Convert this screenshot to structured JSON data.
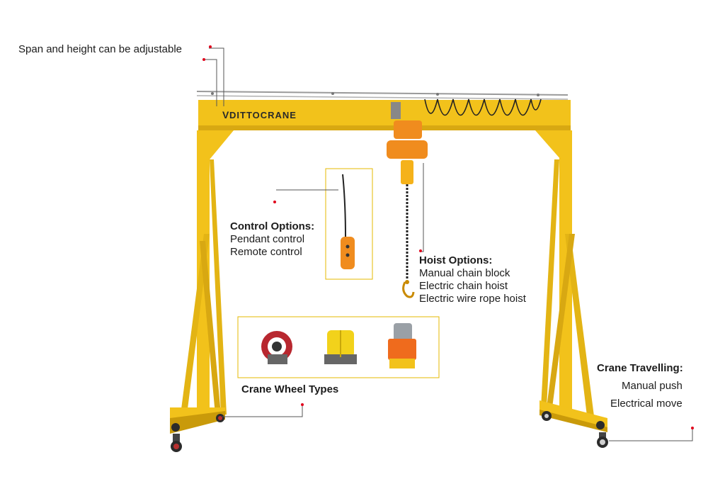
{
  "brand": {
    "text": "DITTOCRANE",
    "logo_letter": "V"
  },
  "annotations": {
    "span": {
      "text": "Span and height can be adjustable"
    },
    "control": {
      "title": "Control Options:",
      "items": [
        "Pendant control",
        "Remote control"
      ]
    },
    "hoist": {
      "title": "Hoist Options:",
      "items": [
        "Manual chain block",
        "Electric chain hoist",
        "Electric wire rope hoist"
      ]
    },
    "wheels": {
      "title": "Crane Wheel Types"
    },
    "travel": {
      "title": "Crane Travelling:",
      "items": [
        "Manual push",
        "Electrical move"
      ]
    }
  },
  "colors": {
    "frame": "#f2c21b",
    "frame_dark": "#c99a0a",
    "hoist": "#f08c1e",
    "leader": "#555555",
    "dot": "#e0001b",
    "box_border": "#e6b800"
  }
}
